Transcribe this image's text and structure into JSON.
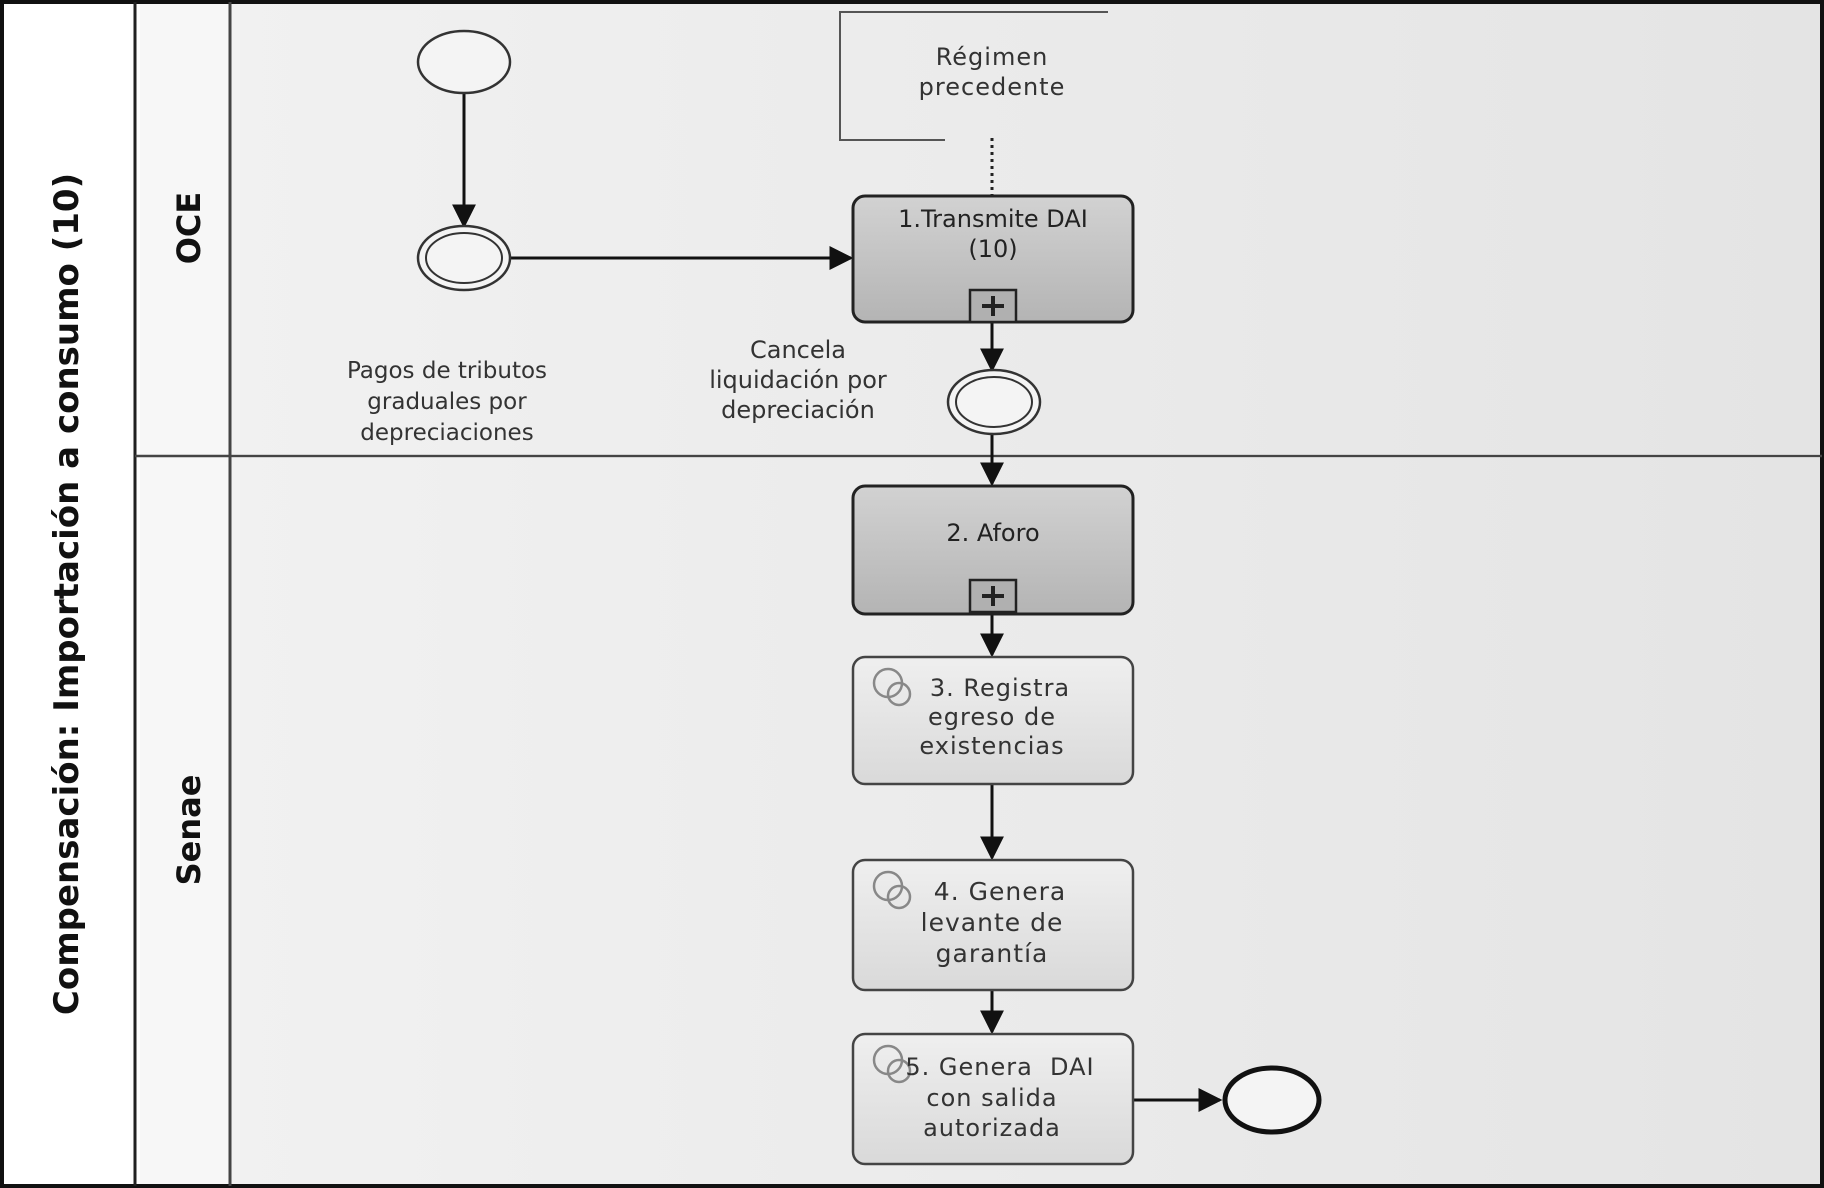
{
  "pool": {
    "title": "Compensación: Importación a consumo (10)"
  },
  "lanes": [
    {
      "id": "oce",
      "title": "OCE"
    },
    {
      "id": "senae",
      "title": "Senae"
    }
  ],
  "annotation": {
    "lines": [
      "Régimen",
      "precedente"
    ]
  },
  "events": {
    "intermediate_payments_label": [
      "Pagos de tributos",
      "graduales por",
      "depreciaciones"
    ],
    "intermediate_cancel_label": [
      "Cancela",
      "liquidación por",
      "depreciación"
    ]
  },
  "tasks": [
    {
      "id": "task-1",
      "lines": [
        "1.Transmite DAI",
        "(10)"
      ],
      "kind": "subprocess"
    },
    {
      "id": "task-2",
      "lines": [
        "2. Aforo"
      ],
      "kind": "subprocess"
    },
    {
      "id": "task-3",
      "lines": [
        "3. Registra",
        "egreso de",
        "existencias"
      ],
      "kind": "service"
    },
    {
      "id": "task-4",
      "lines": [
        "4. Genera",
        "levante de",
        "garantía"
      ],
      "kind": "service"
    },
    {
      "id": "task-5",
      "lines": [
        "5. Genera  DAI",
        "con salida",
        "autorizada"
      ],
      "kind": "service"
    }
  ],
  "colors": {
    "lane_bg": "#efefef",
    "subprocess_fill": "#c6c6c6",
    "task_fill": "#e6e6e6",
    "stroke": "#222222",
    "event_fill": "#f4f4f4"
  }
}
